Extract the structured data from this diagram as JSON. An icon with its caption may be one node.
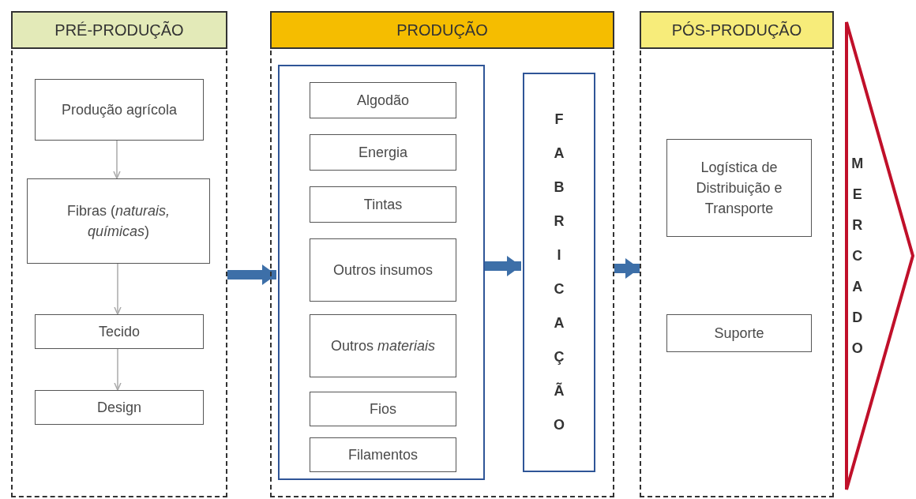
{
  "diagram": {
    "nodes": [
      {
        "text": [
          "PRÉ-PRODUÇÃO"
        ]
      },
      {
        "text": [
          "Produção agrícola"
        ],
        "in": 0
      },
      {
        "text": [
          "Fibras (*naturais, químicas*)"
        ],
        "in": 0
      },
      {
        "text": [
          "Tecido"
        ],
        "in": 0
      },
      {
        "text": [
          "Design"
        ],
        "in": 0
      },
      {
        "text": [
          "PRODUÇÃO"
        ]
      },
      {
        "text": [],
        "shape": "box",
        "in": 5
      },
      {
        "text": [
          "Algodão"
        ],
        "in": 6
      },
      {
        "text": [
          "Energia"
        ],
        "in": 6
      },
      {
        "text": [
          "Tintas"
        ],
        "in": 6
      },
      {
        "text": [
          "Outros insumos"
        ],
        "in": 6
      },
      {
        "text": [
          "Outros *materiais*"
        ],
        "in": 6
      },
      {
        "text": [
          "Fios"
        ],
        "in": 6
      },
      {
        "text": [
          "Filamentos"
        ],
        "in": 6
      },
      {
        "text": [
          "FABRICAÇÃO"
        ],
        "in": 5
      },
      {
        "text": [
          "PÓS-PRODUÇÃO"
        ]
      },
      {
        "text": [
          "Logística de Distribuição e Transporte"
        ],
        "in": 15
      },
      {
        "text": [
          "Suporte"
        ],
        "in": 15
      },
      {
        "text": [
          "MERCADO"
        ]
      }
    ],
    "edges": [
      {
        "from": 1,
        "to": 2,
        "arrow": "to"
      },
      {
        "from": 2,
        "to": 3,
        "arrow": "to"
      },
      {
        "from": 3,
        "to": 4,
        "arrow": "to"
      },
      {
        "from": 0,
        "to": 6,
        "arrow": "to",
        "style": "thick",
        "color": "#3d6fa8"
      },
      {
        "from": 6,
        "to": 14,
        "arrow": "to",
        "style": "thick",
        "color": "#3d6fa8"
      },
      {
        "from": 5,
        "to": 15,
        "arrow": "to",
        "style": "thick",
        "color": "#3d6fa8"
      }
    ]
  }
}
